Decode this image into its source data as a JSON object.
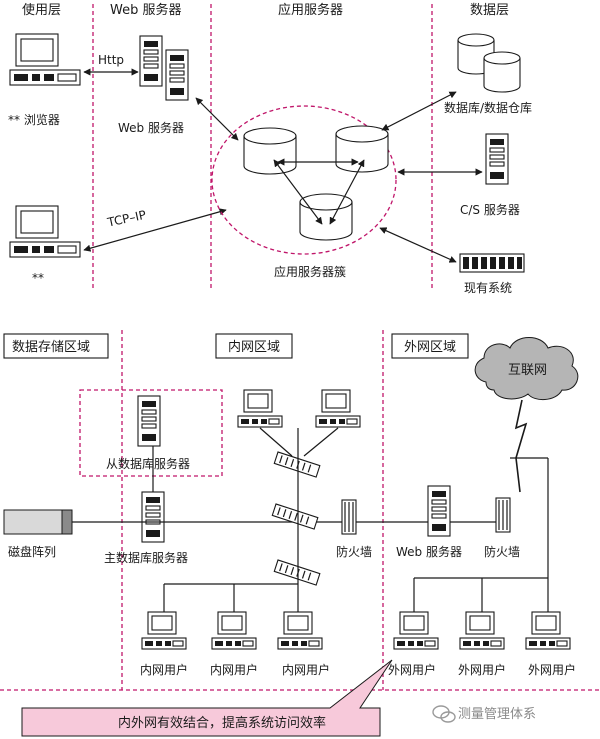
{
  "top": {
    "zones": {
      "usage": "使用层",
      "web": "Web 服务器",
      "app": "应用服务器",
      "data": "数据层"
    },
    "labels": {
      "browser": "** 浏览器",
      "client2": "**",
      "http": "Http",
      "tcpip": "TCP–IP",
      "web_server": "Web 服务器",
      "app_cluster": "应用服务器簇",
      "database": "数据库/数据仓库",
      "cs_server": "C/S 服务器",
      "legacy": "现有系统"
    }
  },
  "bottom": {
    "zones": {
      "storage": "数据存储区域",
      "intranet": "内网区域",
      "extranet": "外网区域"
    },
    "labels": {
      "internet": "互联网",
      "slave_db": "从数据库服务器",
      "master_db": "主数据库服务器",
      "disk_array": "磁盘阵列",
      "firewall_inner": "防火墙",
      "web_server": "Web 服务器",
      "firewall_outer": "防火墙",
      "intranet_user_1": "内网用户",
      "intranet_user_2": "内网用户",
      "intranet_user_3": "内网用户",
      "extranet_user_1": "外网用户",
      "extranet_user_2": "外网用户",
      "extranet_user_3": "外网用户"
    }
  },
  "callout": "内外网有效结合，提高系统访问效率",
  "watermark": "测量管理体系",
  "colors": {
    "accent_pink": "#c0166a",
    "callout_fill": "#f7c9da",
    "cloud_fill": "#b5b5b5"
  }
}
